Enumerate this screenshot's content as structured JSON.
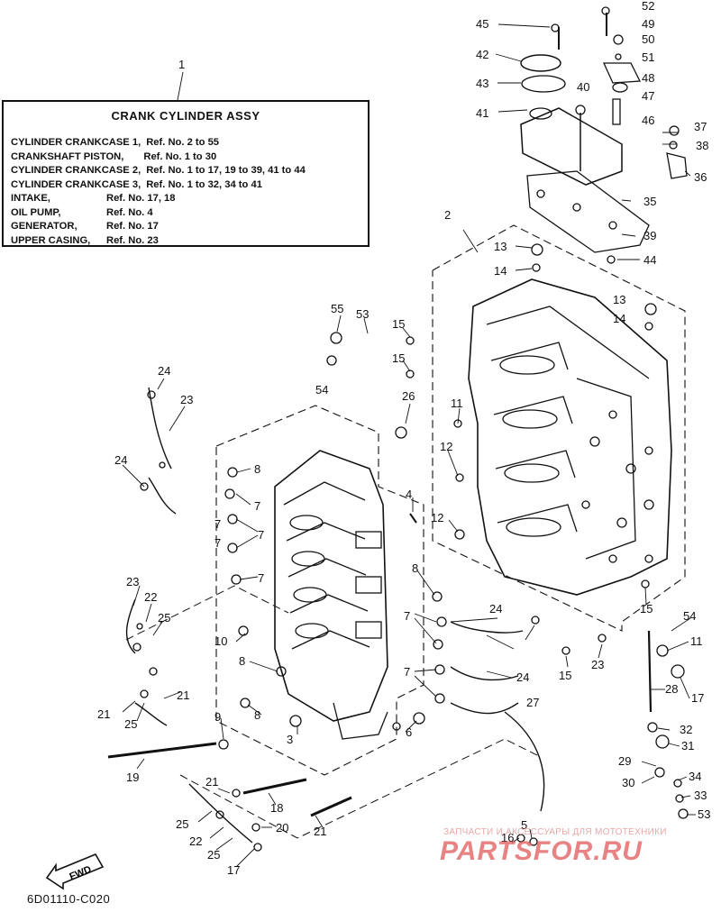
{
  "ref_box": {
    "callout": "1",
    "title": "CRANK CYLINDER ASSY",
    "rows": [
      {
        "part": "CYLINDER CRANKCASE 1,",
        "ref": "Ref. No. 2 to 55",
        "style": "wide"
      },
      {
        "part": "CRANKSHAFT PISTON,",
        "ref": "Ref. No. 1 to 30",
        "style": "mid"
      },
      {
        "part": "CYLINDER CRANKCASE 2,",
        "ref": "Ref. No. 1 to 17, 19 to 39, 41 to 44",
        "style": "wide"
      },
      {
        "part": "CYLINDER CRANKCASE 3,",
        "ref": "Ref. No. 1 to 32, 34 to 41",
        "style": "wide"
      },
      {
        "part": "INTAKE,",
        "ref": "Ref. No. 17, 18",
        "style": ""
      },
      {
        "part": "OIL PUMP,",
        "ref": "Ref. No. 4",
        "style": ""
      },
      {
        "part": "GENERATOR,",
        "ref": "Ref. No. 17",
        "style": ""
      },
      {
        "part": "UPPER CASING,",
        "ref": "Ref. No. 23",
        "style": ""
      }
    ]
  },
  "diagram_code": "6D01110-C020",
  "fwd_label": "FWD",
  "watermark": {
    "tagline": "ЗАПЧАСТИ И АКСЕССУАРЫ ДЛЯ МОТОТЕХНИКИ",
    "logo": "PARTSFOR.RU"
  },
  "callouts": [
    "52",
    "49",
    "45",
    "50",
    "42",
    "51",
    "48",
    "43",
    "47",
    "40",
    "41",
    "46",
    "37",
    "38",
    "36",
    "35",
    "2",
    "39",
    "13",
    "14",
    "44",
    "13",
    "14",
    "55",
    "53",
    "15",
    "15",
    "54",
    "24",
    "23",
    "26",
    "11",
    "12",
    "8",
    "24",
    "7",
    "7",
    "7",
    "7",
    "7",
    "4",
    "12",
    "8",
    "23",
    "22",
    "25",
    "7",
    "24",
    "10",
    "7",
    "24",
    "8",
    "21",
    "21",
    "25",
    "8",
    "9",
    "3",
    "6",
    "19",
    "21",
    "18",
    "25",
    "22",
    "20",
    "21",
    "25",
    "17",
    "16",
    "5",
    "11",
    "15",
    "15",
    "23",
    "27",
    "28",
    "32",
    "29",
    "31",
    "30",
    "34",
    "33",
    "53",
    "54",
    "17"
  ]
}
